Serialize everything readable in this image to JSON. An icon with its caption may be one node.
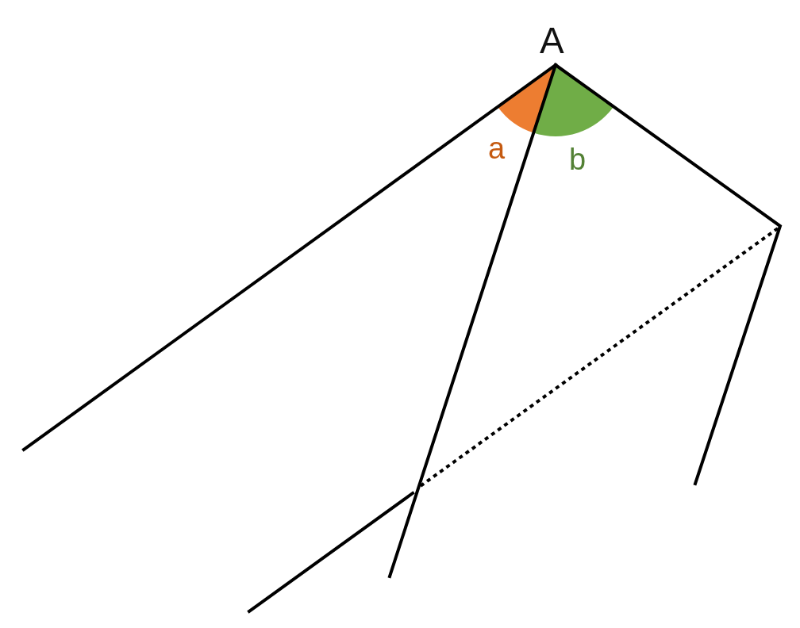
{
  "diagram": {
    "labels": [
      "A",
      "a",
      "b"
    ]
  }
}
